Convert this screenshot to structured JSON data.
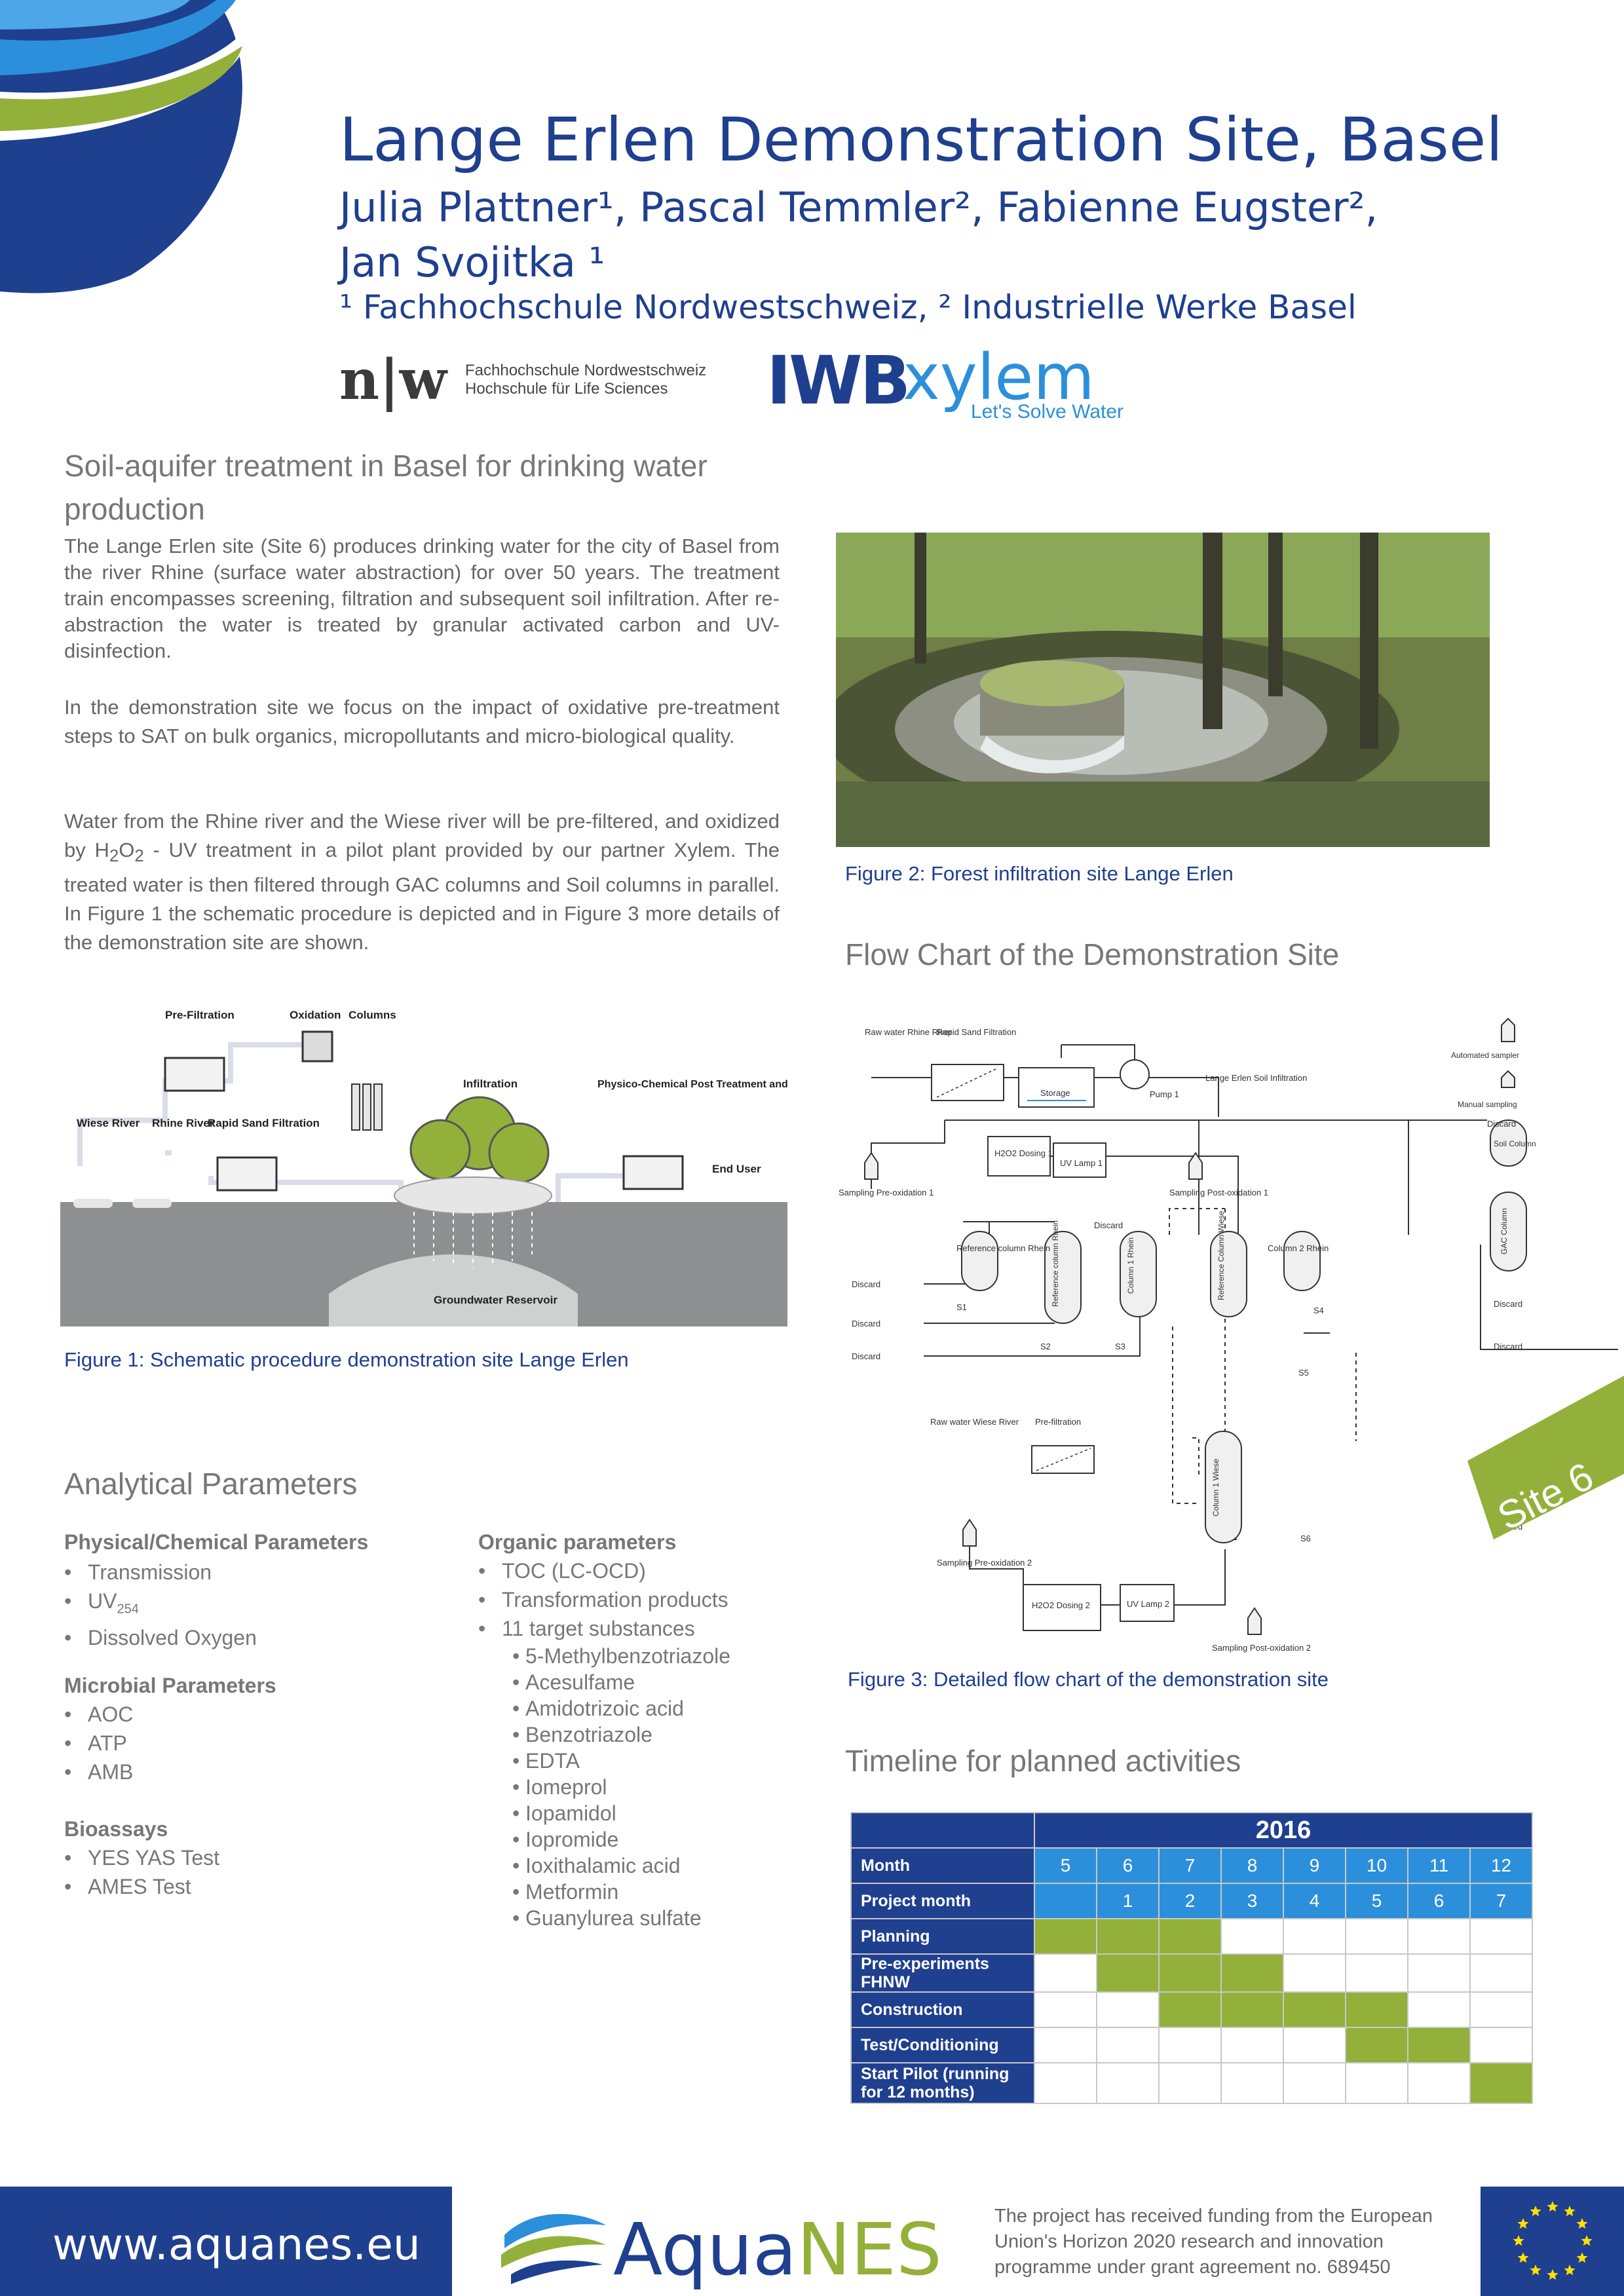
{
  "header": {
    "title": "Lange Erlen Demonstration Site, Basel",
    "authors_line1": "Julia Plattner¹, Pascal Temmler², Fabienne Eugster²,",
    "authors_line2": "Jan Svojitka ¹",
    "affiliations": "¹ Fachhochschule Nordwestschweiz, ² Industrielle Werke Basel"
  },
  "logos": {
    "fhnw_mark": "n|w",
    "fhnw_line1": "Fachhochschule Nordwestschweiz",
    "fhnw_line2": "Hochschule für Life Sciences",
    "iwb": "IWB",
    "xylem": "xylem",
    "xylem_tagline": "Let's Solve Water"
  },
  "intro": {
    "heading": "Soil-aquifer treatment in Basel for drinking water production",
    "p1": "The Lange Erlen site (Site 6) produces drinking water for the city of Basel from the river Rhine (surface water abstraction) for over 50 years. The treatment train encompasses screening, filtration and subsequent soil infiltration. After re-abstraction the water is treated by granular activated carbon and UV-disinfection.",
    "p2": "In the demonstration site we focus on the impact of oxidative pre-treatment steps to SAT on bulk organics, micropollutants and micro-biological quality.",
    "p3_a": "Water from the Rhine river and the Wiese river will be pre-filtered, and oxidized by H",
    "p3_sub1": "2",
    "p3_b": "O",
    "p3_sub2": "2",
    "p3_c": " - UV treatment in a pilot plant provided by our partner Xylem. The treated water is then filtered through GAC columns and Soil columns in parallel. In Figure 1 the schematic procedure is depicted and in Figure 3 more details of the demonstration site are shown."
  },
  "figure1": {
    "caption": "Figure 1: Schematic procedure demonstration site Lange Erlen",
    "labels": {
      "prefiltration": "Pre-Filtration",
      "oxidation": "Oxidation",
      "columns": "Columns",
      "wiese": "Wiese River",
      "rhine": "Rhine River",
      "rsf": "Rapid Sand Filtration",
      "infiltration": "Infiltration",
      "post": "Physico-Chemical Post Treatment and Disinfection",
      "enduser": "End User",
      "groundwater": "Groundwater Reservoir"
    }
  },
  "figure2": {
    "caption": "Figure 2: Forest infiltration site Lange Erlen"
  },
  "flowchart": {
    "heading": "Flow Chart of the Demonstration Site",
    "caption": "Figure 3: Detailed flow chart of the demonstration site",
    "labels": {
      "raw_rhine": "Raw water Rhine River",
      "rsf": "Rapid Sand Filtration",
      "storage": "Storage",
      "pump": "Pump 1",
      "lange": "Lange Erlen Soil Infiltration",
      "discard": "Discard",
      "h2o2_1": "H2O2 Dosing 1",
      "uv1": "UV Lamp 1",
      "samp_pre1": "Sampling Pre-oxidation 1",
      "samp_post1": "Sampling Post-oxidation 1",
      "ref_rhein": "Reference column Rhein",
      "ref_col_rhein": "Reference column Rhein",
      "col1_rhein": "Column 1 Rhein",
      "ref_wiese": "Reference Column Wiese",
      "col2_rhein": "Column 2 Rhein",
      "raw_wiese": "Raw water Wiese River",
      "prefiltration": "Pre-filtration",
      "col1_wiese": "Column 1 Wiese",
      "samp_pre2": "Sampling Pre-oxidation 2",
      "h2o2_2": "H2O2 Dosing 2",
      "uv2": "UV Lamp 2",
      "samp_post2": "Sampling Post-oxidation 2",
      "s1": "S1",
      "s2": "S2",
      "s3": "S3",
      "s4": "S4",
      "s5": "S5",
      "s6": "S6",
      "legend_auto": "Automated sampler",
      "legend_manual": "Manual sampling",
      "legend_soil": "Soil Column",
      "legend_gac": "GAC Column"
    }
  },
  "site_badge": "Site 6",
  "analytical": {
    "heading": "Analytical Parameters",
    "physchem_title": "Physical/Chemical Parameters",
    "physchem": [
      "Transmission",
      "UV",
      "Dissolved Oxygen"
    ],
    "uv_sub": "254",
    "microbial_title": "Microbial Parameters",
    "microbial": [
      "AOC",
      "ATP",
      "AMB"
    ],
    "bioassays_title": "Bioassays",
    "bioassays": [
      "YES YAS Test",
      "AMES Test"
    ],
    "organic_title": "Organic parameters",
    "organic": [
      "TOC (LC-OCD)",
      "Transformation products",
      "11 target substances"
    ],
    "targets": [
      "5-Methylbenzotriazole",
      "Acesulfame",
      "Amidotrizoic acid",
      "Benzotriazole",
      "EDTA",
      "Iomeprol",
      "Iopamidol",
      "Iopromide",
      "Ioxithalamic acid",
      "Metformin",
      "Guanylurea sulfate"
    ]
  },
  "timeline": {
    "heading": "Timeline for planned activities",
    "year": "2016",
    "month_label": "Month",
    "months": [
      "5",
      "6",
      "7",
      "8",
      "9",
      "10",
      "11",
      "12"
    ],
    "project_label": "Project month",
    "project_months": [
      "",
      "1",
      "2",
      "3",
      "4",
      "5",
      "6",
      "7"
    ],
    "rows": [
      {
        "label": "Planning",
        "active": [
          1,
          1,
          1,
          0,
          0,
          0,
          0,
          0
        ]
      },
      {
        "label": "Pre-experiments FHNW",
        "active": [
          0,
          1,
          1,
          1,
          0,
          0,
          0,
          0
        ]
      },
      {
        "label": "Construction",
        "active": [
          0,
          0,
          1,
          1,
          1,
          1,
          0,
          0
        ]
      },
      {
        "label": "Test/Conditioning",
        "active": [
          0,
          0,
          0,
          0,
          0,
          1,
          1,
          0
        ]
      },
      {
        "label": "Start Pilot (running for 12 months)",
        "active": [
          0,
          0,
          0,
          0,
          0,
          0,
          0,
          1
        ]
      }
    ],
    "colors": {
      "active": "#93b03a",
      "header": "#1f3f8f",
      "month": "#2c8fdc"
    }
  },
  "footer": {
    "url": "www.aquanes.eu",
    "logo_a": "Aqua",
    "logo_b": "NES",
    "funding": "The project has received funding from the European Union's Horizon 2020 research and innovation programme under grant agreement no. 689450"
  },
  "colors": {
    "brand_blue": "#1f3f8f",
    "light_blue": "#2c8fdc",
    "green": "#93b03a"
  }
}
